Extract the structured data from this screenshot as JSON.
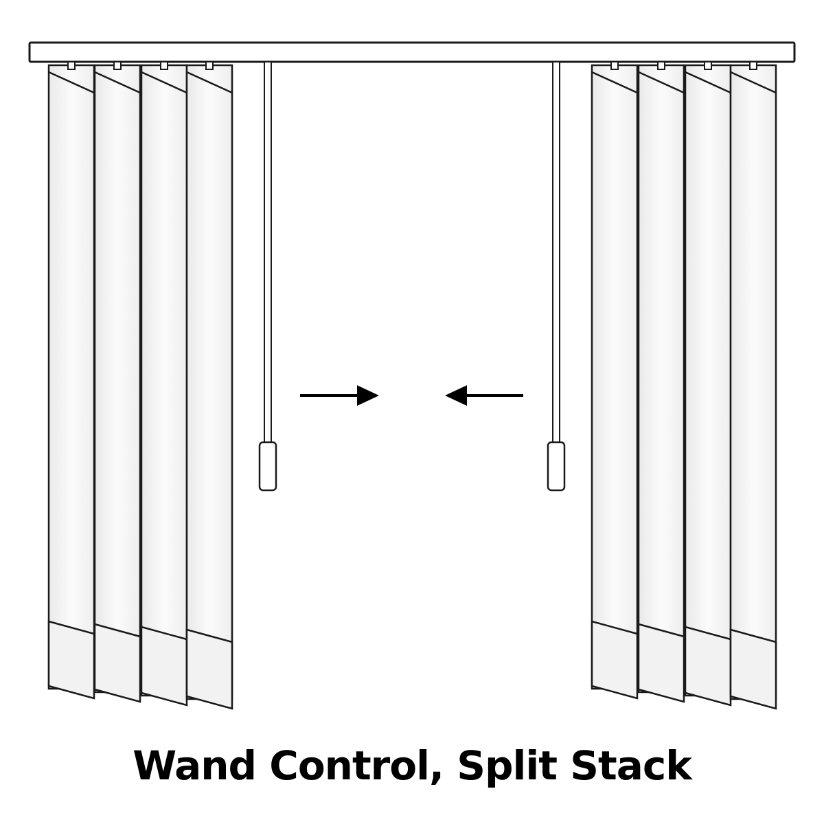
{
  "caption": "Wand Control, Split Stack",
  "diagram": {
    "headrail": {
      "name": "headrail"
    },
    "left_stack": {
      "slat_count": 4
    },
    "right_stack": {
      "slat_count": 4
    },
    "wands": [
      "left",
      "right"
    ],
    "arrows": [
      {
        "side": "left",
        "direction": "right"
      },
      {
        "side": "right",
        "direction": "left"
      }
    ]
  },
  "colors": {
    "line": "#1a1a1a",
    "slat_fill": "#f4f4f4",
    "headrail_fill": "#ffffff",
    "arrow": "#000000",
    "background": "#ffffff"
  }
}
